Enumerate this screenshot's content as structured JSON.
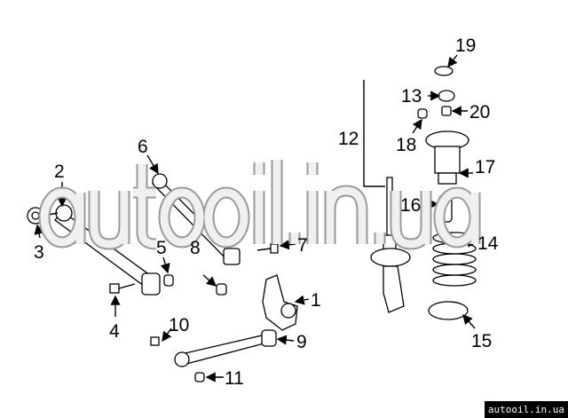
{
  "diagram": {
    "callouts": [
      "1",
      "2",
      "3",
      "4",
      "5",
      "6",
      "7",
      "8",
      "9",
      "10",
      "11",
      "12",
      "13",
      "14",
      "15",
      "16",
      "17",
      "18",
      "19",
      "20"
    ]
  },
  "watermark": "autooil.in.ua",
  "badge": "autooil.in.ua"
}
